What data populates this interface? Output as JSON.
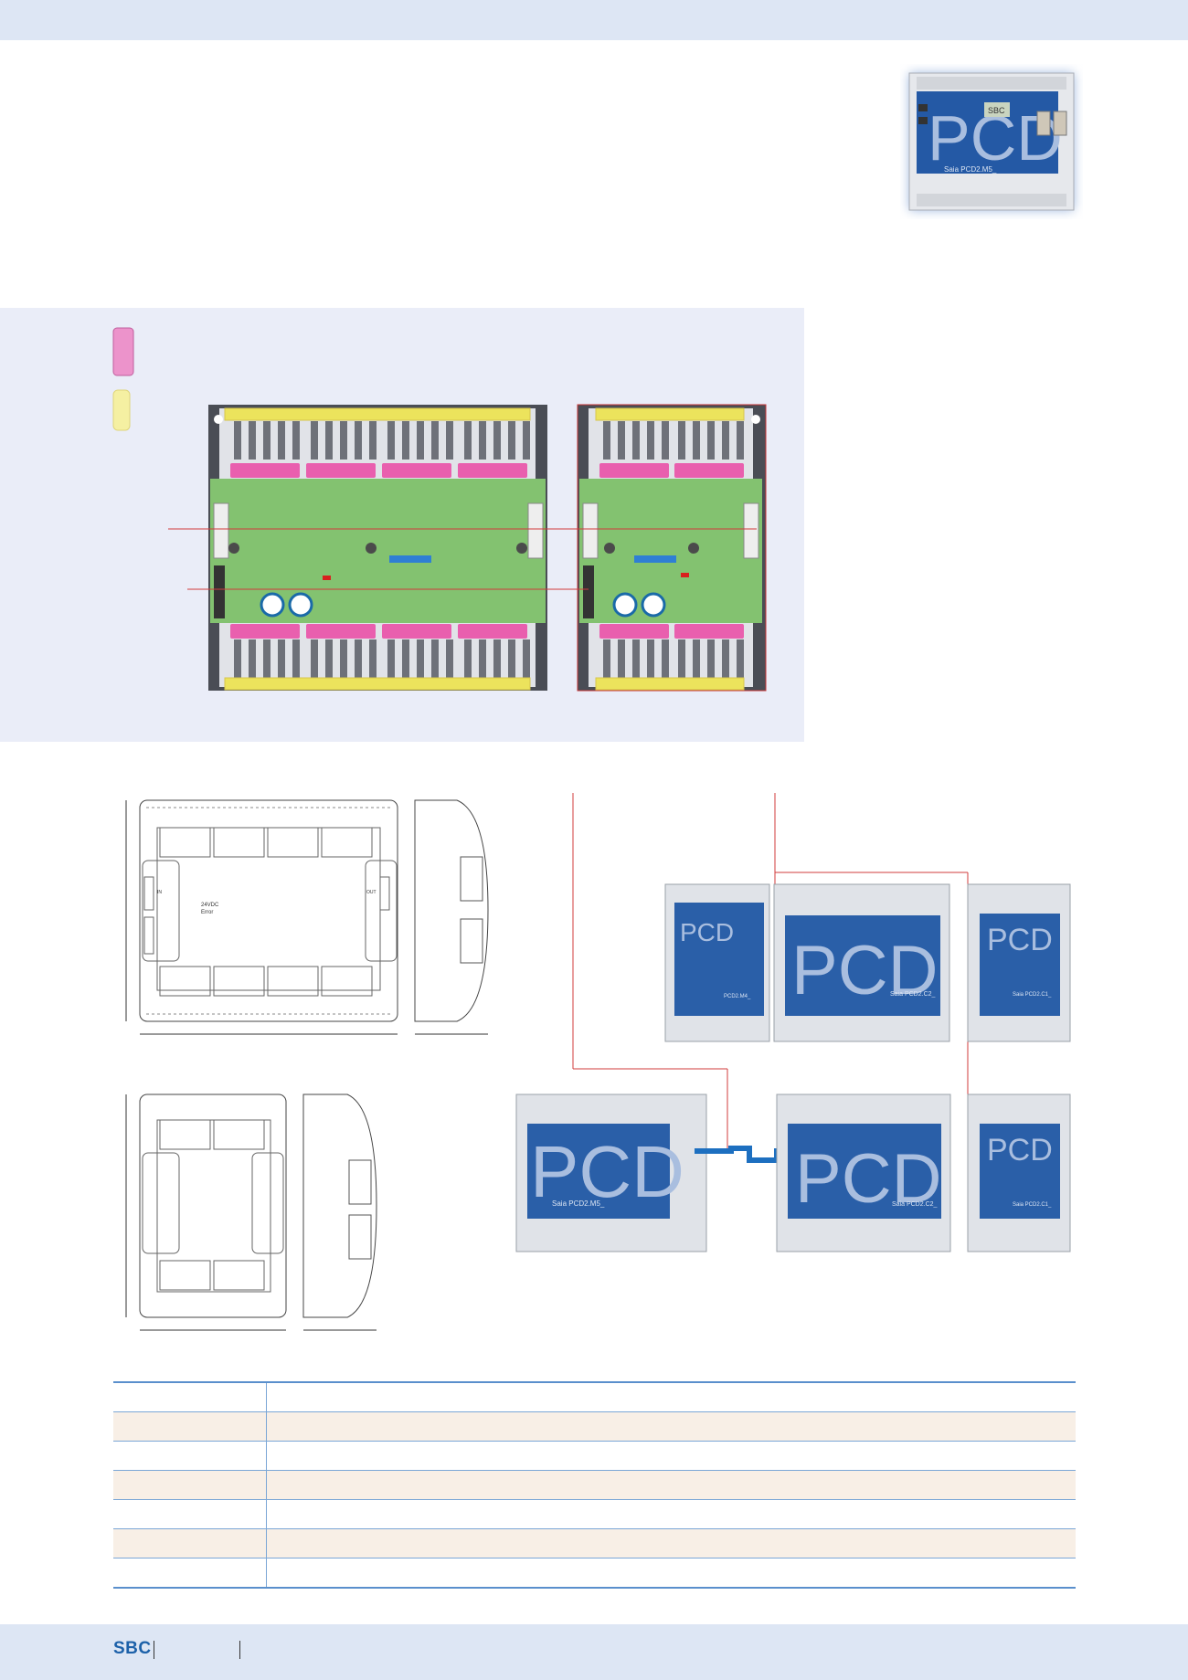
{
  "footer": {
    "logo": "SBC"
  },
  "product_photo": {
    "label": "PCD",
    "model": "Saia PCD2.M5_",
    "display": "SBC"
  },
  "board": {
    "module_count_left": 4,
    "module_count_right": 2
  },
  "drawings": {
    "label_24vdc": "24VDC",
    "label_error": "Error",
    "label_in": "IN",
    "label_out": "OUT"
  },
  "system": {
    "modules": [
      {
        "brand": "PCD",
        "label": "PCD2.M4_"
      },
      {
        "brand": "PCD",
        "label": "Saia PCD2.C2_"
      },
      {
        "brand": "PCD",
        "label": "Saia PCD2.C1_"
      },
      {
        "brand": "PCD",
        "label": "Saia PCD2.M5_"
      },
      {
        "brand": "PCD",
        "label": "Saia PCD2.C2_"
      },
      {
        "brand": "PCD",
        "label": "Saia PCD2.C1_"
      }
    ]
  },
  "spec_table": {
    "rows": 7
  }
}
